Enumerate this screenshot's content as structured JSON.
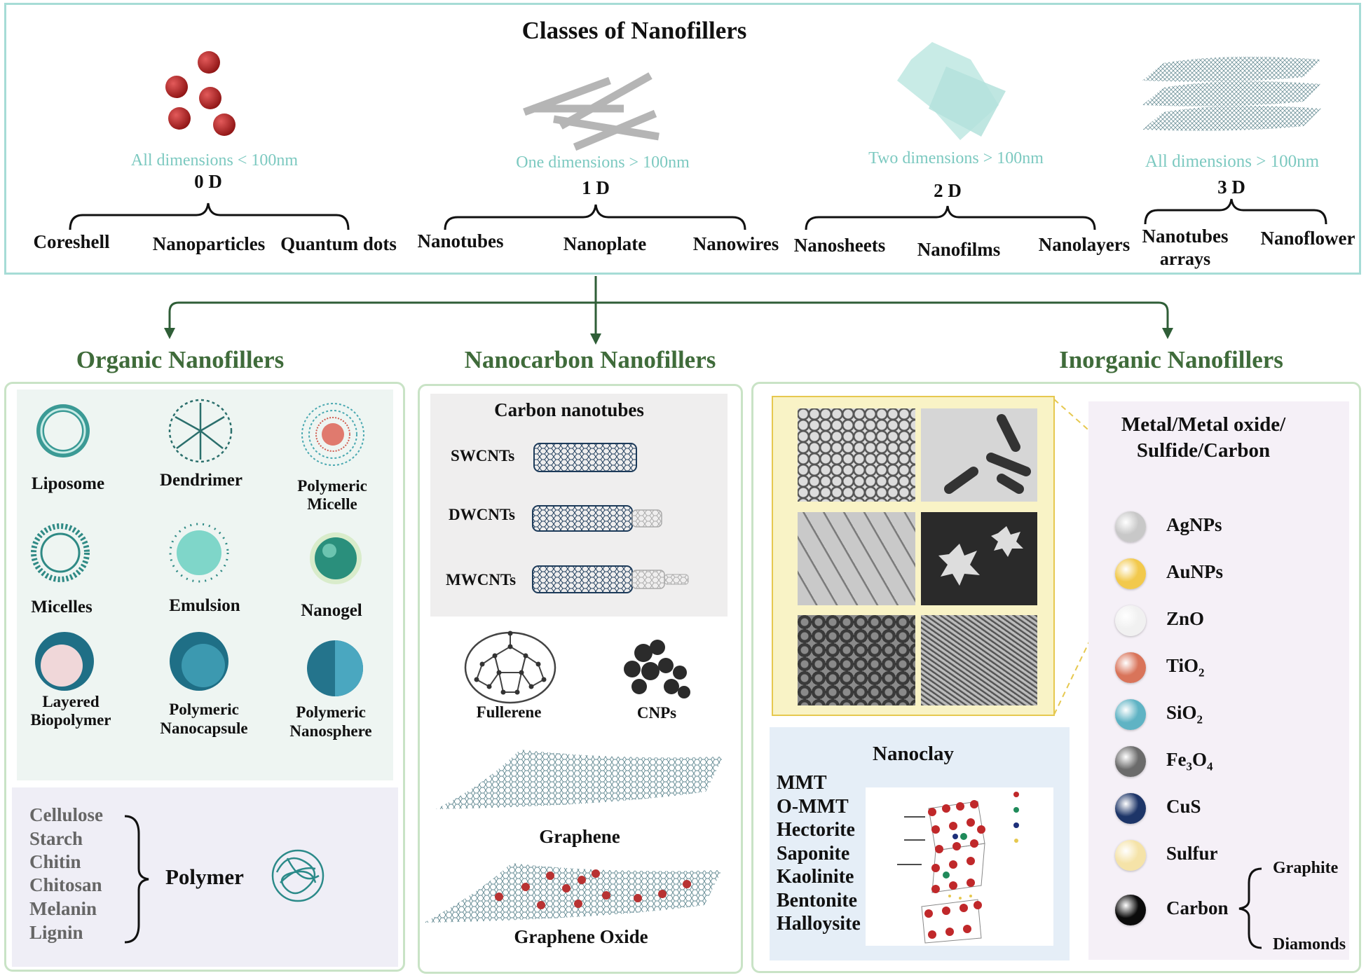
{
  "colors": {
    "teal_border": "#a6dcd6",
    "green_border": "#c9e3c6",
    "green_text": "#3f6b3a",
    "teal_text": "#7cc9c0",
    "arrow": "#2f5e37"
  },
  "header": {
    "title": "Classes of Nanofillers"
  },
  "dims": [
    {
      "desc": "All dimensions < 100nm",
      "label": "0 D",
      "items": [
        "Coreshell",
        "Nanoparticles",
        "Quantum dots"
      ]
    },
    {
      "desc": "One dimensions > 100nm",
      "label": "1 D",
      "items": [
        "Nanotubes",
        "Nanoplate",
        "Nanowires"
      ]
    },
    {
      "desc": "Two dimensions > 100nm",
      "label": "2 D",
      "items": [
        "Nanosheets",
        "Nanofilms",
        "Nanolayers"
      ]
    },
    {
      "desc": "All dimensions > 100nm",
      "label": "3 D",
      "items": [
        "Nanotubes",
        "arrays",
        "Nanoflower"
      ]
    }
  ],
  "organic": {
    "title": "Organic Nanofillers",
    "items": [
      "Liposome",
      "Dendrimer",
      "Polymeric",
      "Micelle",
      "Micelles",
      "Emulsion",
      "Nanogel",
      "Layered",
      "Biopolymer",
      "Polymeric",
      "Nanocapsule",
      "Polymeric",
      "Nanosphere"
    ],
    "polymer_list": [
      "Cellulose",
      "Starch",
      "Chitin",
      "Chitosan",
      "Melanin",
      "Lignin"
    ],
    "polymer_label": "Polymer"
  },
  "nanocarbon": {
    "title": "Nanocarbon Nanofillers",
    "cnt_title": "Carbon nanotubes",
    "cnt": [
      "SWCNTs",
      "DWCNTs",
      "MWCNTs"
    ],
    "fullerene": "Fullerene",
    "cnps": "CNPs",
    "graphene": "Graphene",
    "graphene_oxide": "Graphene Oxide"
  },
  "inorganic": {
    "title": "Inorganic Nanofillers",
    "metal_title_1": "Metal/Metal oxide/",
    "metal_title_2": "Sulfide/Carbon",
    "metals": [
      {
        "label": "AgNPs",
        "color": "#c8c8c8"
      },
      {
        "label": "AuNPs",
        "color": "#f2c94c"
      },
      {
        "label": "ZnO",
        "color": "#f1f1f1"
      },
      {
        "label": "TiO",
        "sub": "2",
        "color": "#d9745a"
      },
      {
        "label": "SiO",
        "sub": "2",
        "color": "#5fb3c4"
      },
      {
        "label": "Fe",
        "sub": "3",
        "label2": "O",
        "sub2": "4",
        "color": "#6b6b6b"
      },
      {
        "label": "CuS",
        "color": "#1d3568"
      },
      {
        "label": "Sulfur",
        "color": "#f5e3a8"
      },
      {
        "label": "Carbon",
        "color": "#0b0b0b"
      }
    ],
    "carbon_forms": [
      "Graphite",
      "Diamonds"
    ],
    "nanoclay_title": "Nanoclay",
    "nanoclay_list": [
      "MMT",
      "O-MMT",
      "Hectorite",
      "Saponite",
      "Kaolinite",
      "Bentonite",
      "Halloysite"
    ]
  }
}
